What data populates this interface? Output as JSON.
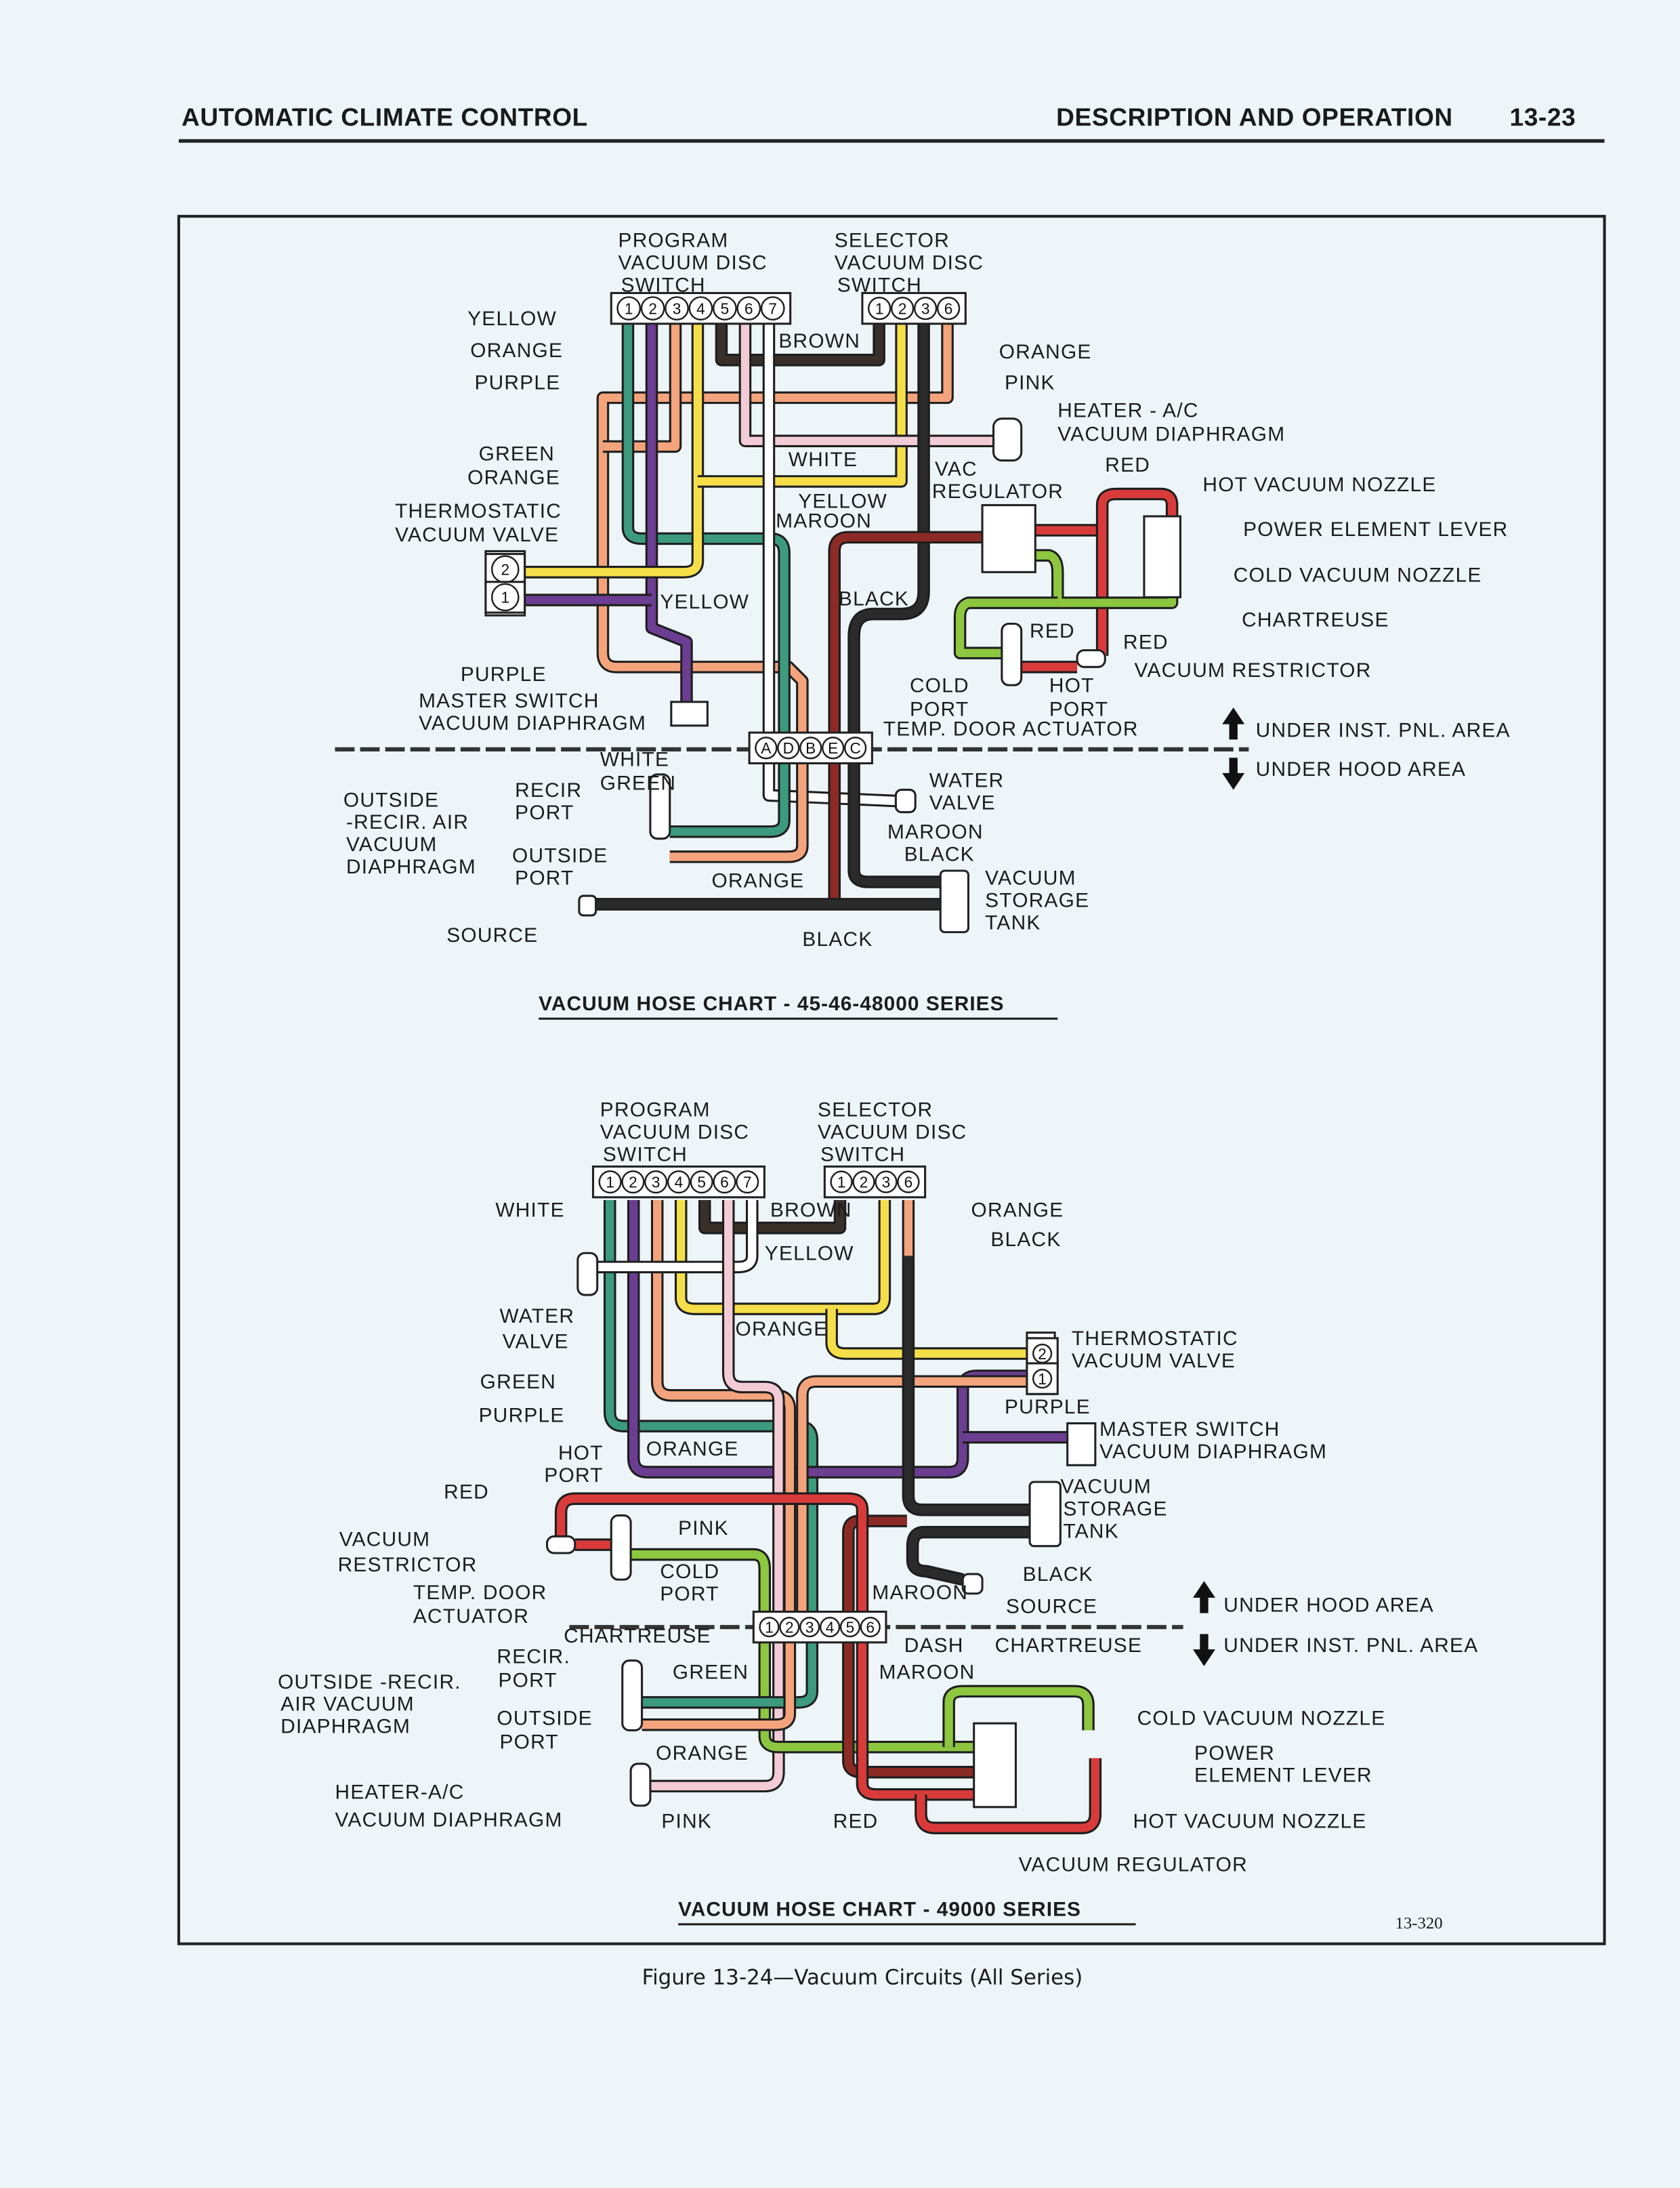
{
  "header": {
    "section": "AUTOMATIC CLIMATE CONTROL",
    "subsection": "DESCRIPTION AND OPERATION",
    "page_number": "13-23"
  },
  "hose_colors": {
    "yellow": "#f4df4a",
    "orange": "#f3a47c",
    "purple": "#6b3e91",
    "green": "#3c9a7e",
    "brown": "#3a302a",
    "pink": "#f2cbd6",
    "white": "#ffffff",
    "black": "#2b2b2b",
    "maroon": "#8c2b26",
    "red": "#d93b3b",
    "chartreuse": "#8dc63f"
  },
  "top": {
    "program_title": [
      "PROGRAM",
      "VACUUM DISC",
      "SWITCH"
    ],
    "selector_title": [
      "SELECTOR",
      "VACUUM DISC",
      "SWITCH"
    ],
    "program_ports": [
      "1",
      "2",
      "3",
      "4",
      "5",
      "6",
      "7"
    ],
    "selector_ports": [
      "1",
      "2",
      "3",
      "6"
    ],
    "hub_ports": [
      "A",
      "D",
      "B",
      "E",
      "C"
    ],
    "thermo_ports": [
      "2",
      "1"
    ],
    "area_up": "UNDER INST. PNL. AREA",
    "area_down": "UNDER HOOD AREA",
    "chart_title": "VACUUM HOSE CHART - 45-46-48000 SERIES",
    "labels": [
      "YELLOW",
      "ORANGE",
      "PURPLE",
      "BROWN",
      "ORANGE",
      "PINK",
      "HEATER - A/C",
      "VACUUM DIAPHRAGM",
      "GREEN",
      "ORANGE",
      "WHITE",
      "VAC",
      "REGULATOR",
      "RED",
      "HOT VACUUM NOZZLE",
      "YELLOW",
      "MAROON",
      "THERMOSTATIC",
      "VACUUM VALVE",
      "POWER ELEMENT LEVER",
      "COLD VACUUM NOZZLE",
      "YELLOW",
      "BLACK",
      "CHARTREUSE",
      "RED",
      "RED",
      "VACUUM RESTRICTOR",
      "PURPLE",
      "COLD",
      "PORT",
      "HOT",
      "PORT",
      "MASTER SWITCH",
      "VACUUM DIAPHRAGM",
      "TEMP. DOOR ACTUATOR",
      "WHITE",
      "GREEN",
      "WATER",
      "VALVE",
      "OUTSIDE",
      "-RECIR. AIR",
      "VACUUM",
      "DIAPHRAGM",
      "RECIR",
      "PORT",
      "OUTSIDE",
      "PORT",
      "MAROON",
      "BLACK",
      "ORANGE",
      "VACUUM",
      "STORAGE",
      "TANK",
      "SOURCE",
      "BLACK"
    ]
  },
  "bottom": {
    "program_title": [
      "PROGRAM",
      "VACUUM DISC",
      "SWITCH"
    ],
    "selector_title": [
      "SELECTOR",
      "VACUUM DISC",
      "SWITCH"
    ],
    "program_ports": [
      "1",
      "2",
      "3",
      "4",
      "5",
      "6",
      "7"
    ],
    "selector_ports": [
      "1",
      "2",
      "3",
      "6"
    ],
    "hub_ports": [
      "1",
      "2",
      "3",
      "4",
      "5",
      "6"
    ],
    "thermo_ports": [
      "2",
      "1"
    ],
    "area_up": "UNDER HOOD AREA",
    "area_down": "UNDER INST. PNL. AREA",
    "chart_title": "VACUUM HOSE CHART - 49000 SERIES",
    "labels": [
      "WHITE",
      "BROWN",
      "ORANGE",
      "BLACK",
      "YELLOW",
      "WATER",
      "VALVE",
      "ORANGE",
      "THERMOSTATIC",
      "VACUUM VALVE",
      "GREEN",
      "PURPLE",
      "PURPLE",
      "MASTER SWITCH",
      "VACUUM DIAPHRAGM",
      "HOT",
      "PORT",
      "ORANGE",
      "VACUUM",
      "RED",
      "STORAGE",
      "PINK",
      "TANK",
      "VACUUM",
      "RESTRICTOR",
      "BLACK",
      "COLD",
      "PORT",
      "TEMP. DOOR",
      "MAROON",
      "SOURCE",
      "ACTUATOR",
      "CHARTREUSE",
      "DASH",
      "CHARTREUSE",
      "RECIR.",
      "OUTSIDE -RECIR.",
      "PORT",
      "GREEN",
      "MAROON",
      "AIR VACUUM",
      "DIAPHRAGM",
      "OUTSIDE",
      "COLD VACUUM NOZZLE",
      "PORT",
      "POWER",
      "ORANGE",
      "ELEMENT LEVER",
      "HEATER-A/C",
      "VACUUM DIAPHRAGM",
      "PINK",
      "RED",
      "HOT VACUUM NOZZLE",
      "VACUUM REGULATOR"
    ]
  },
  "figure_id": "13-320",
  "caption": "Figure 13-24—Vacuum Circuits (All Series)"
}
